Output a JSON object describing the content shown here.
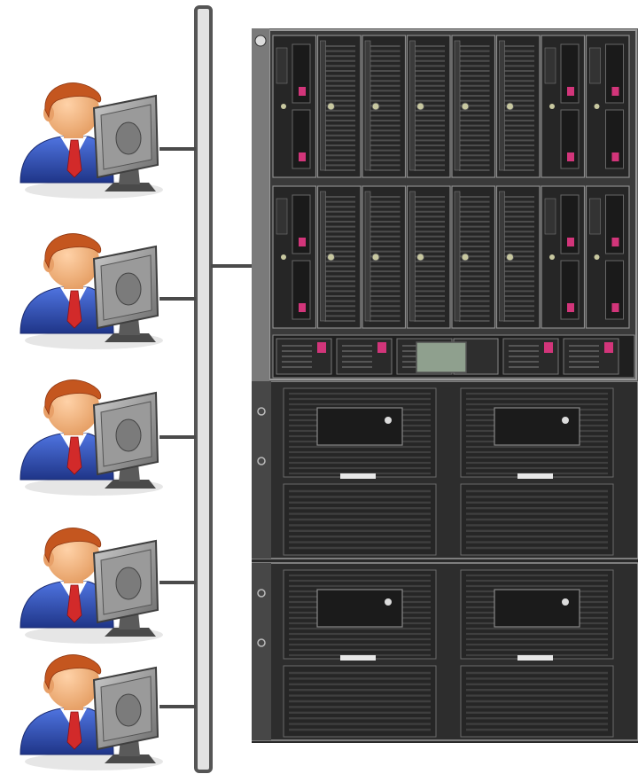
{
  "workstations": [
    {
      "id": "ws1"
    },
    {
      "id": "ws2"
    },
    {
      "id": "ws3"
    },
    {
      "id": "ws4"
    },
    {
      "id": "ws5"
    }
  ],
  "rack": {
    "blade_rows": 2,
    "blades_per_row": 8,
    "storage_units": 2
  },
  "colors": {
    "bus_fill": "#e2e2e2",
    "bus_stroke": "#555555",
    "connector": "#4a4a4a",
    "rack_dark": "#2b2b2b",
    "rack_frame": "#8a8a8a",
    "accent_pink": "#d2357a",
    "skin": "#f0b27a",
    "hair": "#c4561f",
    "suit": "#2a47a8",
    "tie": "#d22a2a",
    "monitor": "#8d8d8d"
  }
}
